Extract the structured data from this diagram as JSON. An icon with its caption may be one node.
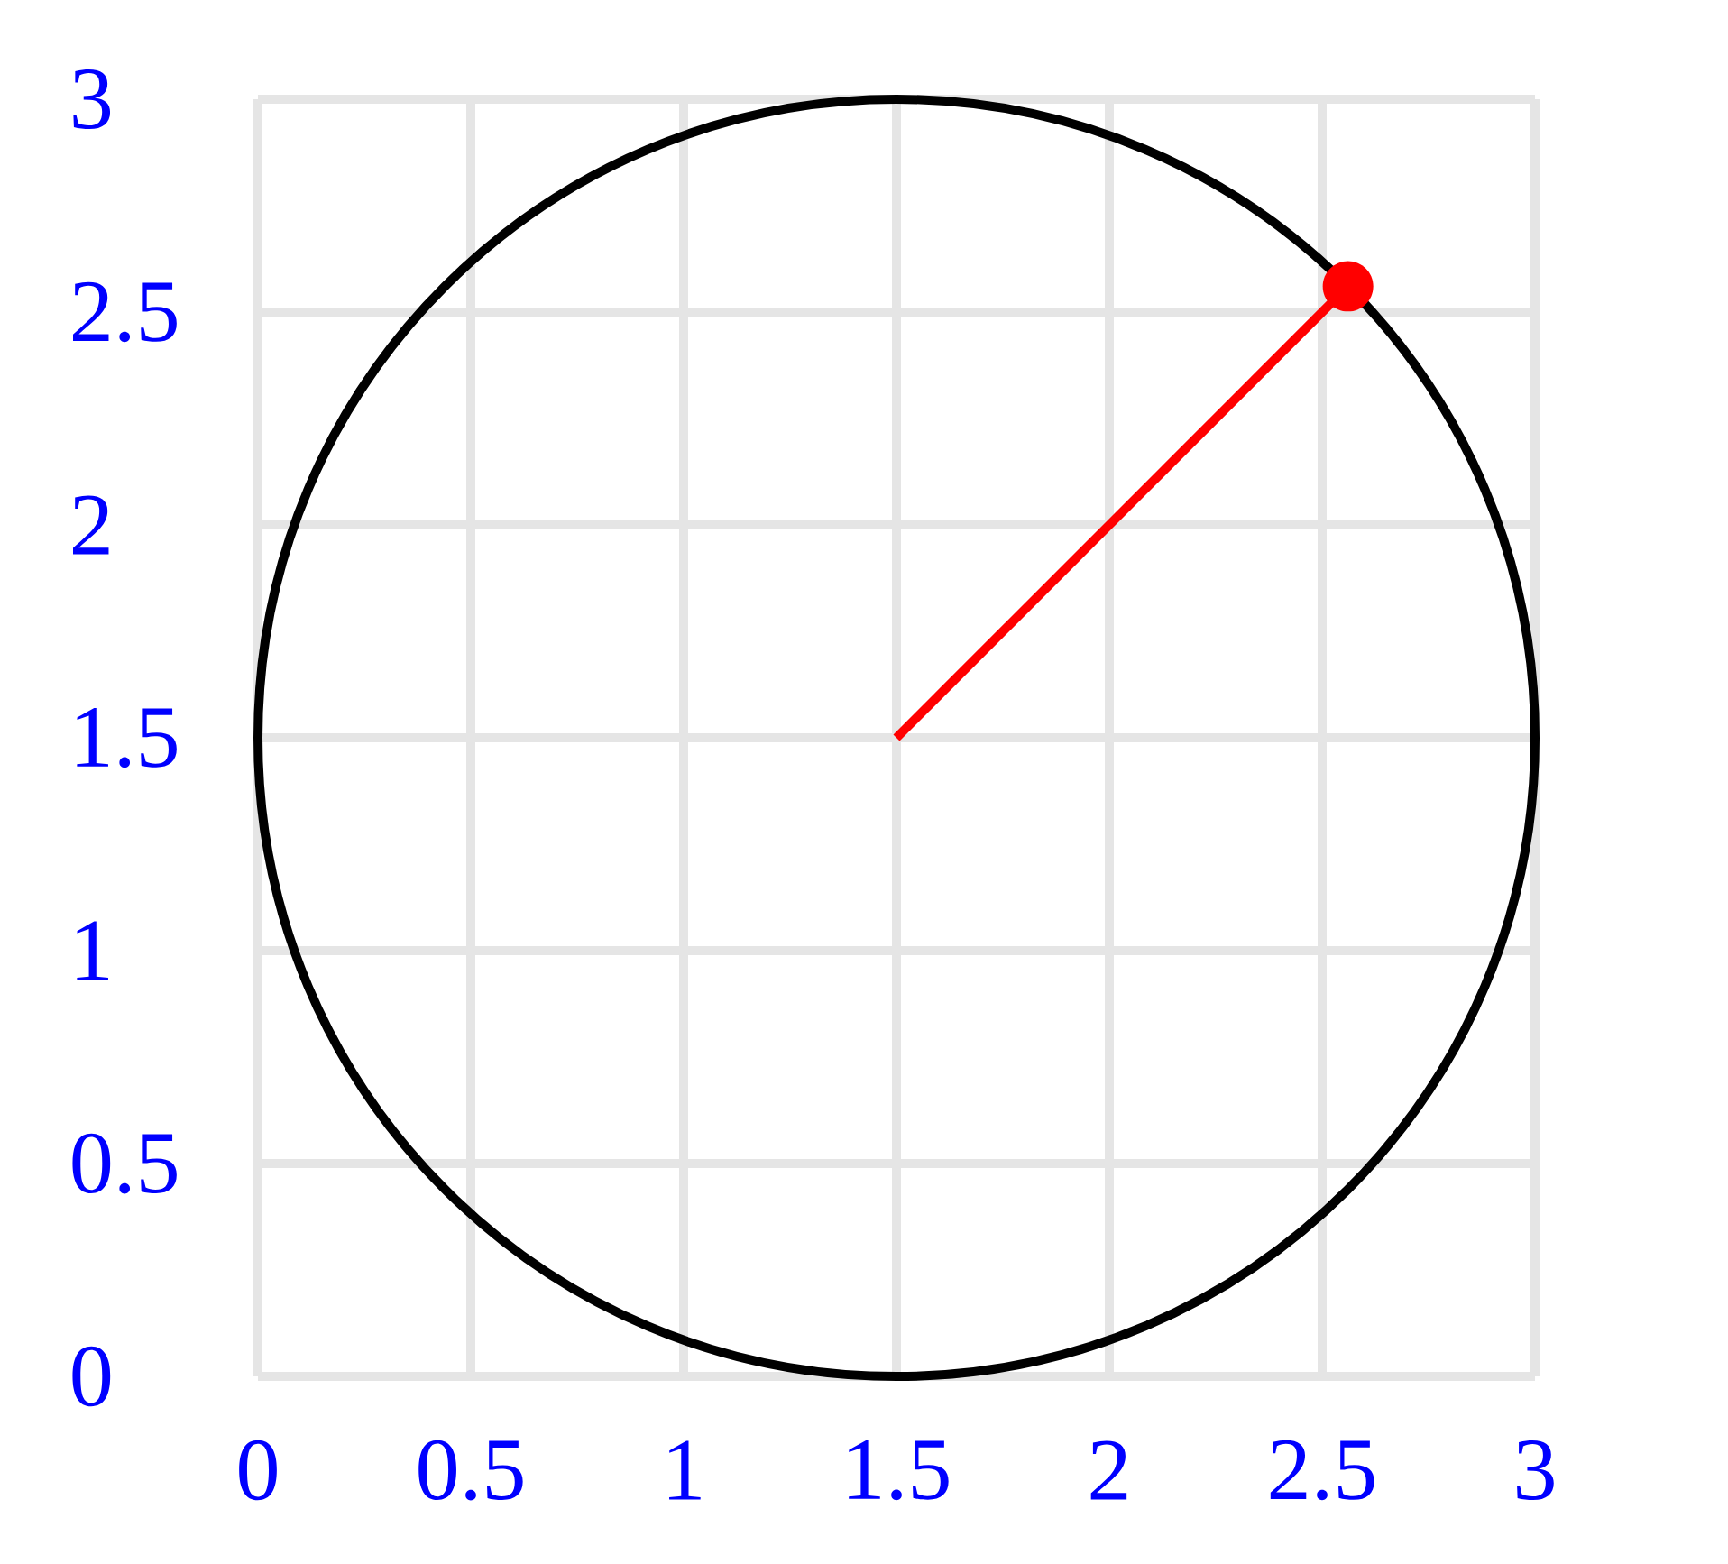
{
  "diagram": {
    "labels": [
      "3",
      "2.5",
      "2",
      "1.5",
      "1",
      "0.5",
      "0",
      "0",
      "0.5",
      "1",
      "1.5",
      "2",
      "2.5",
      "3"
    ]
  }
}
